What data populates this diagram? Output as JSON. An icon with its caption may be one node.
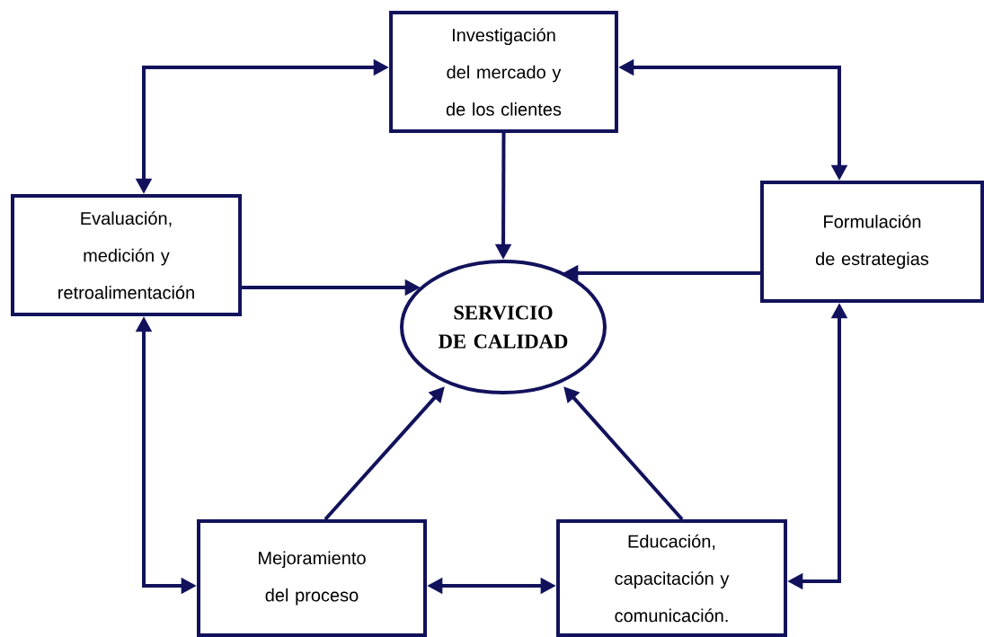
{
  "diagram": {
    "nodes": [
      {
        "text": [
          "Investigación del mercado y de los clientes"
        ]
      },
      {
        "text": [
          "Evaluación, medición y retroalimentación"
        ]
      },
      {
        "text": [
          "Formulación de estrategias"
        ]
      },
      {
        "text": [
          "SERVICIO DE CALIDAD"
        ]
      },
      {
        "text": [
          "Mejoramiento del proceso"
        ]
      },
      {
        "text": [
          "Educación, capacitación y comunicación."
        ]
      }
    ],
    "edges": [
      {
        "from": 0,
        "to": 3,
        "arrow": "to"
      },
      {
        "from": 1,
        "to": 3,
        "arrow": "to"
      },
      {
        "from": 2,
        "to": 3,
        "arrow": "to"
      },
      {
        "from": 4,
        "to": 3,
        "arrow": "to"
      },
      {
        "from": 5,
        "to": 3,
        "arrow": "to"
      },
      {
        "from": 0,
        "to": 1,
        "arrow": "both"
      },
      {
        "from": 0,
        "to": 2,
        "arrow": "both"
      },
      {
        "from": 1,
        "to": 4,
        "arrow": "both"
      },
      {
        "from": 2,
        "to": 5,
        "arrow": "both"
      },
      {
        "from": 4,
        "to": 5,
        "arrow": "both"
      }
    ]
  }
}
